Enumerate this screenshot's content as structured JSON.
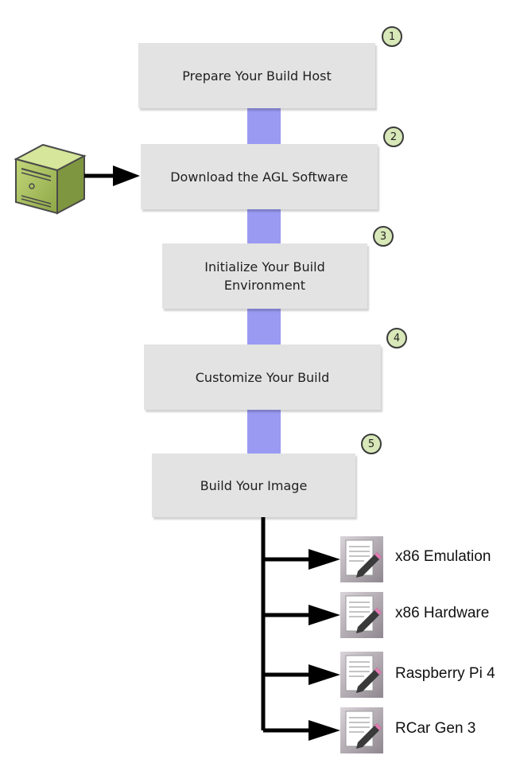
{
  "steps": [
    {
      "number": "1",
      "label": "Prepare Your Build Host"
    },
    {
      "number": "2",
      "label": "Download the AGL Software"
    },
    {
      "number": "3",
      "label": "Initialize Your Build Environment"
    },
    {
      "number": "4",
      "label": "Customize Your Build"
    },
    {
      "number": "5",
      "label": "Build Your Image"
    }
  ],
  "targets": [
    {
      "label": "x86 Emulation"
    },
    {
      "label": "x86 Hardware"
    },
    {
      "label": "Raspberry Pi 4"
    },
    {
      "label": "RCar Gen 3"
    }
  ],
  "icons": {
    "host": "server-icon",
    "target": "document-pencil-icon"
  },
  "colors": {
    "box": "#e3e3e3",
    "connector": "#9a9af3",
    "badge": "#d8e8b8",
    "server": "#a7bf5a"
  }
}
